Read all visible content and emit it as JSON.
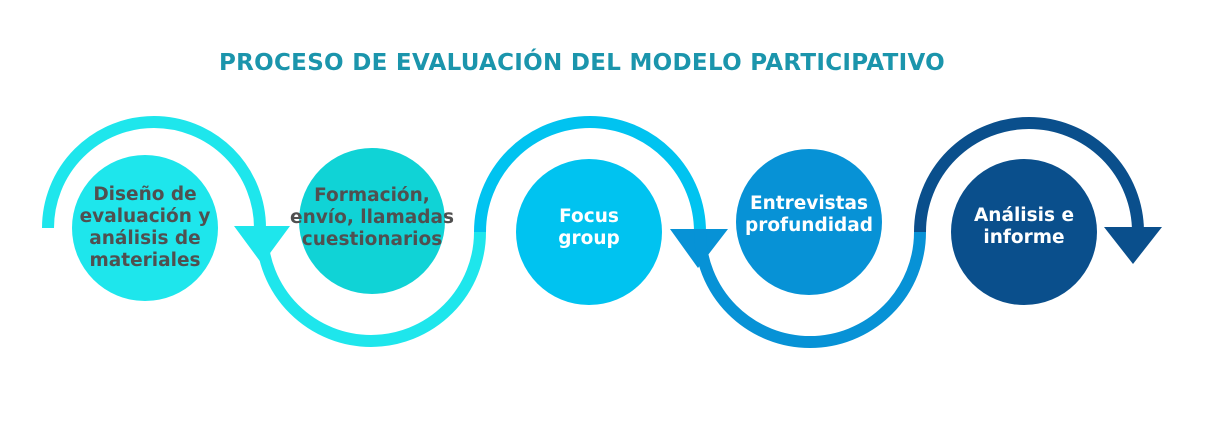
{
  "title": "PROCESO DE EVALUACIÓN DEL MODELO PARTICIPATIVO",
  "colors": {
    "title": "#1b95ac",
    "step1": "#1ee6ec",
    "step2": "#10d3d6",
    "step3": "#00c3f0",
    "step4": "#0792d6",
    "step5": "#0a4f8c",
    "dark_text": "#505050",
    "light_text": "#ffffff"
  },
  "steps": [
    {
      "label": "Diseño de\nevaluación y\nanálisis de\nmateriales"
    },
    {
      "label": "Formación,\nenvío, llamadas\ncuestionarios"
    },
    {
      "label": "Focus\ngroup"
    },
    {
      "label": "Entrevistas\nprofundidad"
    },
    {
      "label": "Análisis e\ninforme"
    }
  ]
}
